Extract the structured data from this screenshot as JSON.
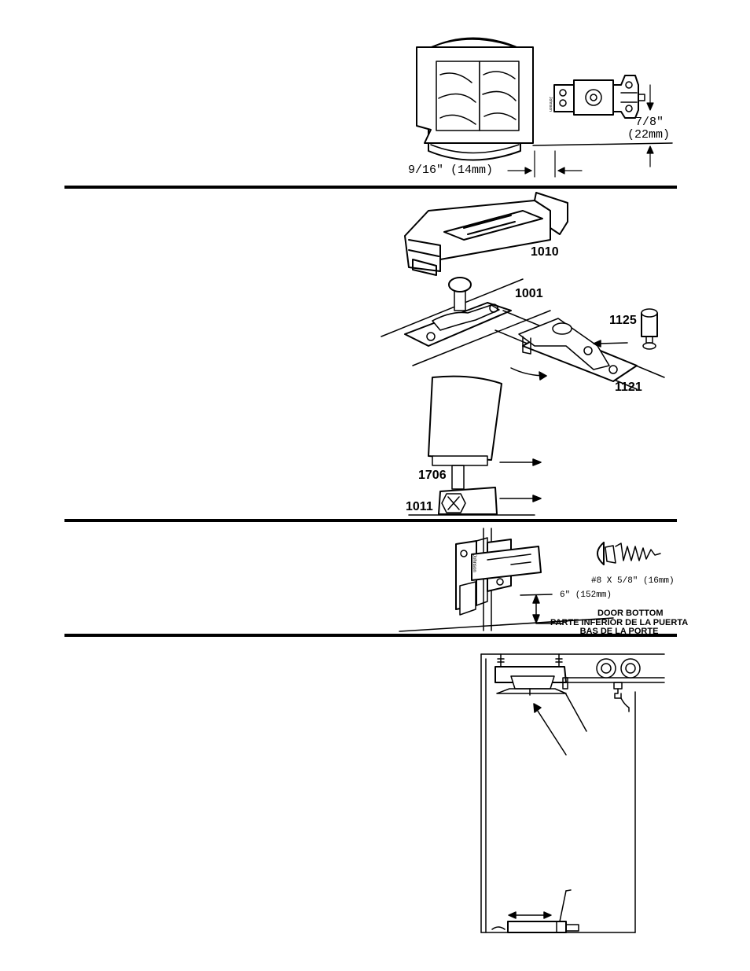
{
  "section1": {
    "dim_width": "9/16\"  (14mm)",
    "dim_height_1": "7/8\"",
    "dim_height_2": "(22mm)",
    "brand_mark": "Johnson"
  },
  "section2": {
    "part_1010": "1010",
    "part_1001": "1001",
    "part_1125": "1125",
    "part_1121": "1121",
    "part_1706": "1706",
    "part_1011": "1011"
  },
  "section3": {
    "screw_size": "#8 X 5/8\" (16mm)",
    "dim_6in": "6\" (152mm)",
    "caption_en": "DOOR BOTTOM",
    "caption_es": "PARTE INFERIOR DE LA PUERTA",
    "caption_fr": "BAS DE LA PORTE",
    "brand_mark": "Johnson"
  }
}
